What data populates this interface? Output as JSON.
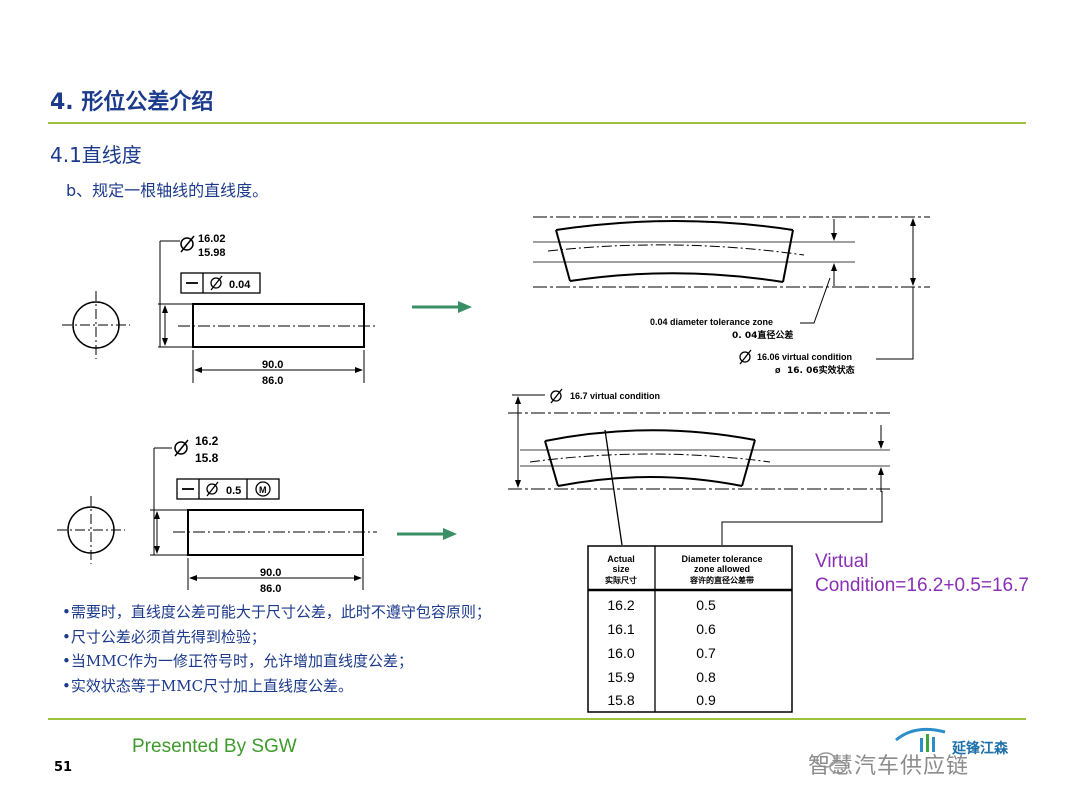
{
  "slide": {
    "title": "4. 形位公差介绍",
    "subtitle": "4.1直线度",
    "item": "b、规定一根轴线的直线度。",
    "page_number": "51",
    "footer": "Presented By SGW",
    "watermark": "智慧汽车供应链",
    "logo_text": "延锋江森"
  },
  "bullets": [
    "•需要时，直线度公差可能大于尺寸公差，此时不遵守包容原则；",
    "•尺寸公差必须首先得到检验；",
    "•当MMC作为一修正符号时，允许增加直线度公差；",
    "•实效状态等于MMC尺寸加上直线度公差。"
  ],
  "virtual_note": [
    "Virtual",
    "Condition=16.2+0.5=16.7"
  ],
  "drawing1": {
    "dia_upper": "16.02",
    "dia_lower": "15.98",
    "frame_value": "0.04",
    "len_upper": "90.0",
    "len_lower": "86.0",
    "zone_label_en": "0.04 diameter tolerance zone",
    "zone_label_cn": "0. 04直径公差",
    "vc_label_en": "16.06 virtual condition",
    "vc_label_cn": "16. 06实效状态"
  },
  "drawing2": {
    "dia_upper": "16.2",
    "dia_lower": "15.8",
    "frame_value": "0.5",
    "modifier": "M",
    "len_upper": "90.0",
    "len_lower": "86.0",
    "vc_label_en": "16.7 virtual condition"
  },
  "table": {
    "headers": [
      {
        "en": [
          "Actual",
          "size"
        ],
        "cn": "实际尺寸"
      },
      {
        "en": [
          "Diameter tolerance",
          "zone allowed"
        ],
        "cn": "容许的直径公差带"
      }
    ],
    "rows": [
      [
        "16.2",
        "0.5"
      ],
      [
        "16.1",
        "0.6"
      ],
      [
        "16.0",
        "0.7"
      ],
      [
        "15.9",
        "0.8"
      ],
      [
        "15.8",
        "0.9"
      ]
    ]
  },
  "colors": {
    "title": "#1c3a8c",
    "rule": "#9cc13c",
    "arrow": "#3a8f64",
    "virtual": "#8a2fb6",
    "footer": "#3f9a2c"
  }
}
